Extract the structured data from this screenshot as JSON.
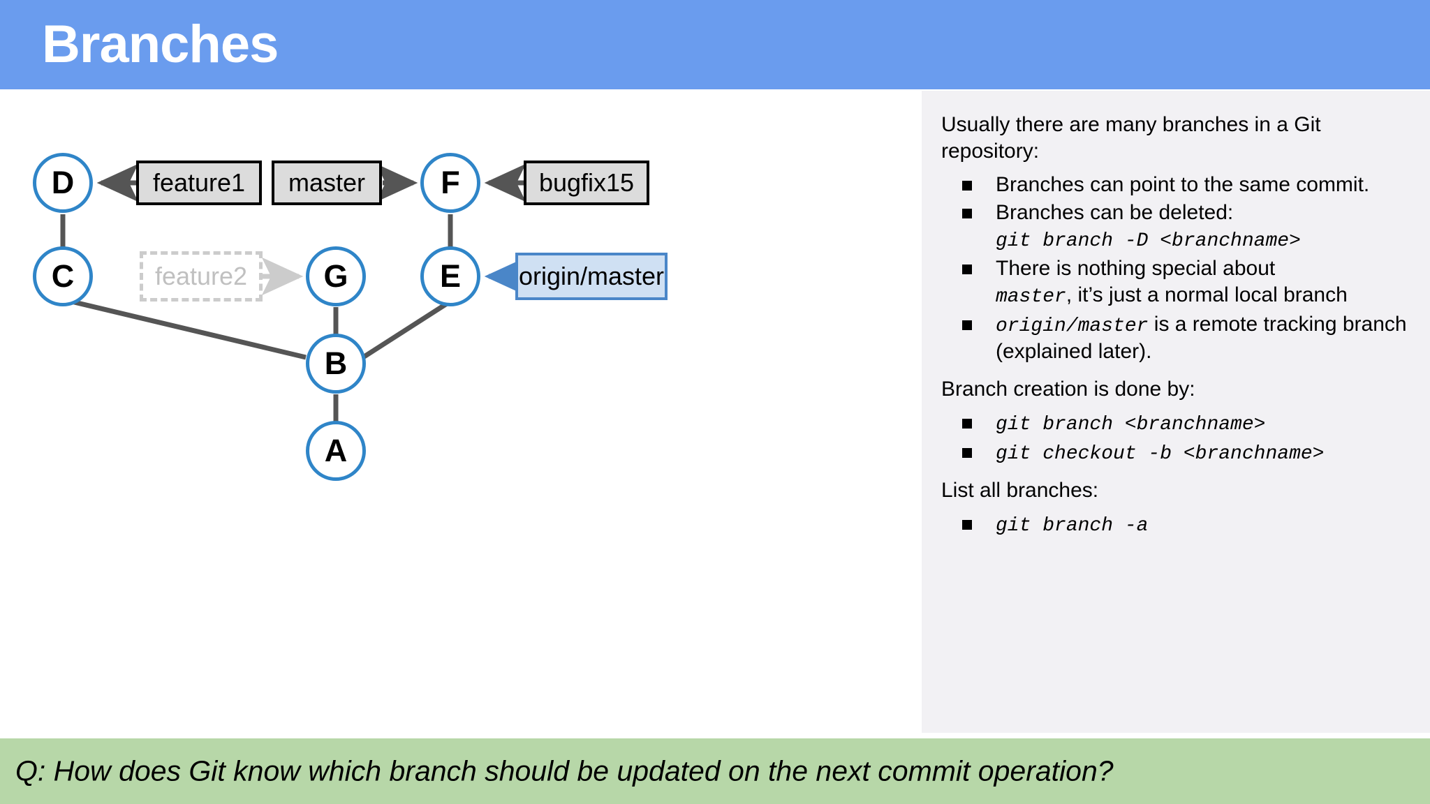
{
  "header": {
    "title": "Branches"
  },
  "diagram": {
    "nodes": [
      {
        "id": "D",
        "label": "D"
      },
      {
        "id": "F",
        "label": "F"
      },
      {
        "id": "C",
        "label": "C"
      },
      {
        "id": "G",
        "label": "G"
      },
      {
        "id": "E",
        "label": "E"
      },
      {
        "id": "B",
        "label": "B"
      },
      {
        "id": "A",
        "label": "A"
      }
    ],
    "branch_labels": [
      {
        "id": "feature1",
        "label": "feature1",
        "kind": "local",
        "points_to": "D"
      },
      {
        "id": "master",
        "label": "master",
        "kind": "local",
        "points_to": "F"
      },
      {
        "id": "bugfix15",
        "label": "bugfix15",
        "kind": "local",
        "points_to": "F"
      },
      {
        "id": "feature2",
        "label": "feature2",
        "kind": "deleted",
        "points_to": "G"
      },
      {
        "id": "origin-master",
        "label": "origin/master",
        "kind": "remote",
        "points_to": "E"
      }
    ],
    "colors": {
      "node_border": "#2f85c8",
      "edge": "#555555",
      "label_fill": "#dcdcdc",
      "remote_fill": "#cfe0f3",
      "remote_border": "#4a86c8",
      "deleted": "#cccccc"
    }
  },
  "notes": {
    "intro": "Usually there are many branches in a Git repository:",
    "bullets_1": [
      {
        "text": "Branches can point to the same commit."
      },
      {
        "text_before": "Branches can be deleted:",
        "code": "git branch -D <branchname>"
      },
      {
        "text_before": "There is nothing special about ",
        "code": "master",
        "text_after": ", it’s just a normal local branch"
      },
      {
        "code": "origin/master",
        "text_after": " is a remote tracking branch (explained later)."
      }
    ],
    "heading_2": "Branch creation is done by:",
    "bullets_2": [
      {
        "code": "git branch <branchname>"
      },
      {
        "code": "git checkout -b <branchname>"
      }
    ],
    "heading_3": "List all branches:",
    "bullets_3": [
      {
        "code": "git branch -a"
      }
    ]
  },
  "footer": {
    "question": "Q: How does Git know which branch should be updated on the next commit operation?"
  },
  "theme": {
    "header_bg": "#6a9cee",
    "panel_bg": "#f2f1f4",
    "footer_bg": "#b7d7a8"
  }
}
